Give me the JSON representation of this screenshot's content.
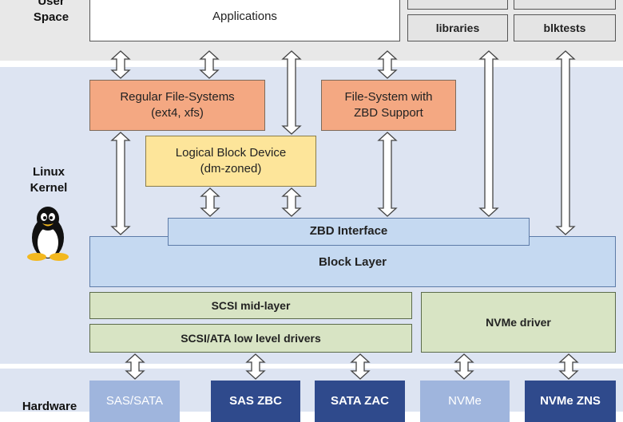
{
  "sections": {
    "user_space": "User\nSpace",
    "linux_kernel": "Linux\nKernel",
    "hardware": "Hardware"
  },
  "user_space": {
    "applications": "Applications",
    "libraries": "libraries",
    "blktests": "blktests"
  },
  "kernel": {
    "regular_fs": "Regular File-Systems\n(ext4, xfs)",
    "zbd_fs": "File-System with\nZBD Support",
    "logical_block_device": "Logical Block Device\n(dm-zoned)",
    "zbd_interface": "ZBD Interface",
    "block_layer": "Block Layer",
    "scsi_mid_layer": "SCSI mid-layer",
    "scsi_ata_drivers": "SCSI/ATA low level drivers",
    "nvme_driver": "NVMe driver"
  },
  "hardware": {
    "devices": [
      "SAS/SATA",
      "SAS ZBC",
      "SATA ZAC",
      "NVMe",
      "NVMe ZNS"
    ]
  },
  "colors": {
    "fs_orange": "#f4a882",
    "dm_yellow": "#fde59a",
    "block_blue": "#c5d9f1",
    "driver_green": "#d8e4c4",
    "device_light": "#9fb5dd",
    "device_dark": "#2f4a8c"
  }
}
